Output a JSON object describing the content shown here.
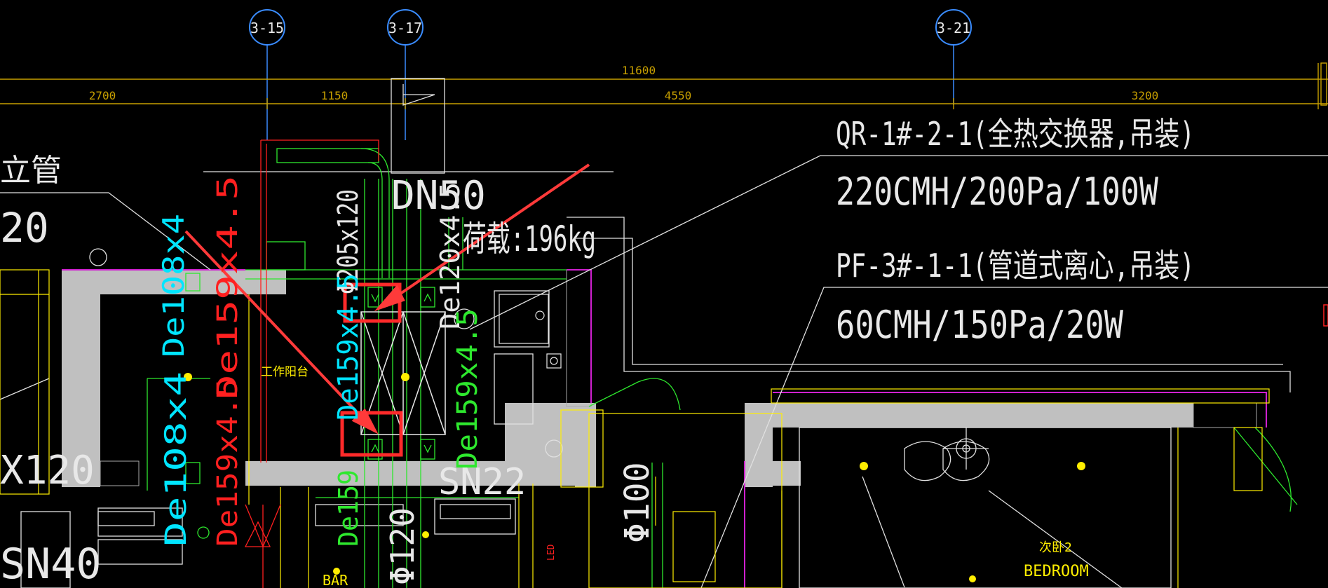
{
  "grid_axes": [
    {
      "id": "a1",
      "label": "3-15"
    },
    {
      "id": "a2",
      "label": "3-17"
    },
    {
      "id": "a3",
      "label": "3-21"
    }
  ],
  "dimensions": {
    "total": "11600",
    "segments": [
      "2700",
      "1150",
      "4550",
      "3200"
    ]
  },
  "equipment_notes": {
    "qr_model": "QR-1#-2-1(全热交换器,吊装)",
    "qr_spec": "220CMH/200Pa/100W",
    "pf_model": "PF-3#-1-1(管道式离心,吊装)",
    "pf_spec": "60CMH/150Pa/20W"
  },
  "pipe_labels": {
    "riser": "立管",
    "left_20": "20",
    "left_x120": "X120",
    "left_sn40": "SN40",
    "dn50": "DN50",
    "load": "荷载:196kg",
    "de108_a": "De108x4",
    "de159_a": "De159x4.5",
    "de159_b": "De159x4.5",
    "de108_b": "De108x4",
    "de159_c": "De159x4.5",
    "oval_205": "Φ205x120",
    "de120": "De120x4.5",
    "de159_d": "De159x4.5",
    "sn22": "SN22",
    "phi100": "Φ100",
    "phi120": "Φ120",
    "de159_e": "De159",
    "led": "LED"
  },
  "room_labels": {
    "work_balcony": "工作阳台",
    "bar": "BAR",
    "second_bedroom": "次卧2",
    "bedroom_en": "BEDROOM"
  },
  "colors": {
    "background": "#000000",
    "dimension": "#c8a000",
    "axis": "#3a8cff",
    "wall_fill": "#c0c0c0",
    "cyan": "#00e5ff",
    "red": "#ff2020",
    "green": "#2ee82e",
    "yellow": "#ffee00",
    "magenta": "#d020d0",
    "white": "#e8e8e8",
    "highlight": "#ff2a2a"
  }
}
